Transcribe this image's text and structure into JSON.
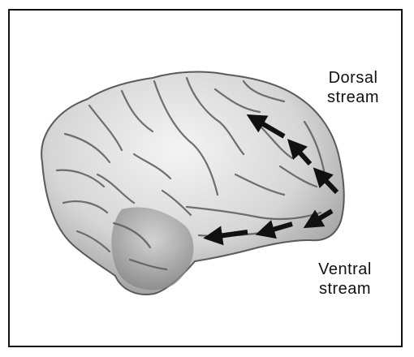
{
  "labels": {
    "dorsal_line1": "Dorsal",
    "dorsal_line2": "stream",
    "ventral_line1": "Ventral",
    "ventral_line2": "stream"
  },
  "colors": {
    "brain_fill": "#d9d9d9",
    "brain_shadow": "#8a8a8a",
    "sulcus": "#5a5a5a",
    "arrow": "#111111",
    "frame": "#111111"
  },
  "icons": {
    "brain": "brain-lateral-view-illustration",
    "arrow": "arrow-icon"
  }
}
